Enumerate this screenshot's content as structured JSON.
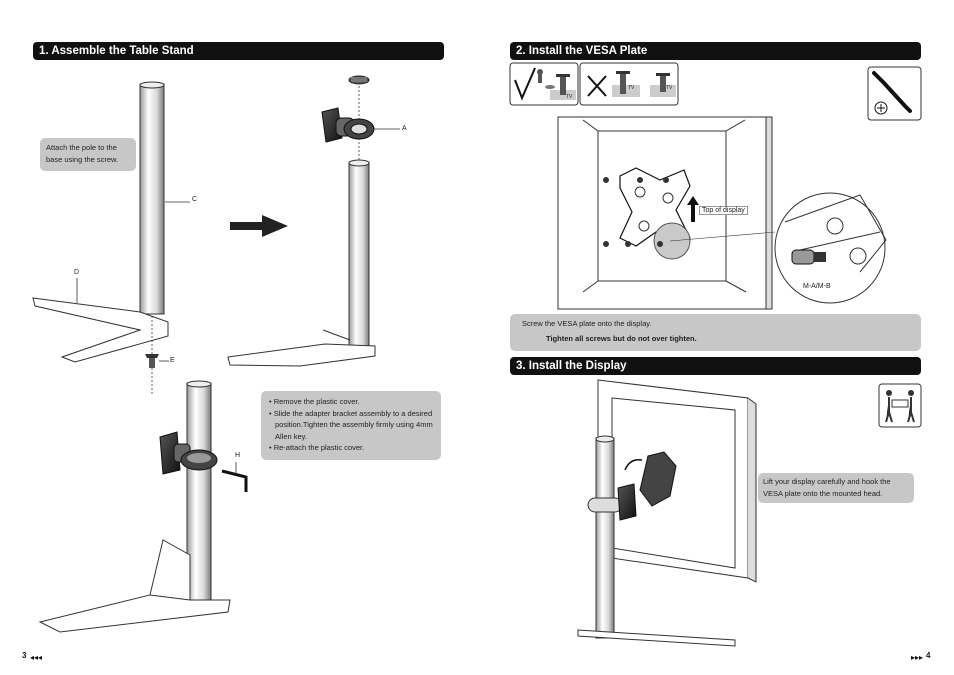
{
  "sections": {
    "s1_title": "1. Assemble the Table Stand",
    "s2_title": "2. Install the VESA Plate",
    "s3_title": "3. Install the Display"
  },
  "step1": {
    "note_pole": "Attach the pole to the base using the screw.",
    "bullets": [
      "• Remove the plastic cover.",
      "• Slide the adapter bracket assembly to a desired position.Tighten the assembly firmly using 4mm Allen key.",
      "• Re-attach the plastic cover."
    ],
    "labels": {
      "a": "A",
      "c": "C",
      "d": "D",
      "e": "E",
      "h": "H"
    }
  },
  "step2": {
    "top_of_display": "Top of display",
    "screw_label": "M-A/M-B",
    "tv_tag": "TV",
    "instruction": "Screw the VESA plate onto the display.",
    "warning": "Tighten all screws but do not over tighten."
  },
  "step3": {
    "instruction": "Lift your display carefully and hook the VESA plate onto the mounted head."
  },
  "pages": {
    "left": "3",
    "right": "4"
  }
}
